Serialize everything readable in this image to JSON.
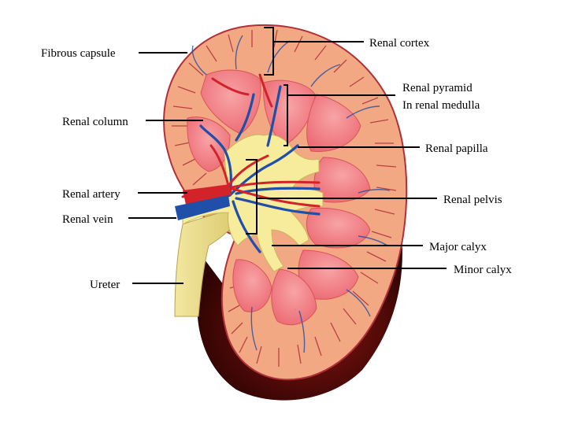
{
  "labels": {
    "fibrous_capsule": "Fibrous capsule",
    "renal_cortex": "Renal cortex",
    "renal_pyramid_line1": "Renal pyramid",
    "renal_pyramid_line2": "In renal medulla",
    "renal_column": "Renal column",
    "renal_papilla": "Renal papilla",
    "renal_artery": "Renal artery",
    "renal_vein": "Renal vein",
    "renal_pelvis": "Renal pelvis",
    "major_calyx": "Major calyx",
    "minor_calyx": "Minor calyx",
    "ureter": "Ureter"
  },
  "colors": {
    "cortex": "#f2a882",
    "cortex_outline": "#b0303a",
    "pyramid": "#ee6f76",
    "pyramid_light": "#f5959a",
    "pelvis": "#f6ec9c",
    "ureter": "#efe08a",
    "artery": "#d2232a",
    "vein": "#1f4fa8",
    "shadow": "#5a0a08"
  }
}
